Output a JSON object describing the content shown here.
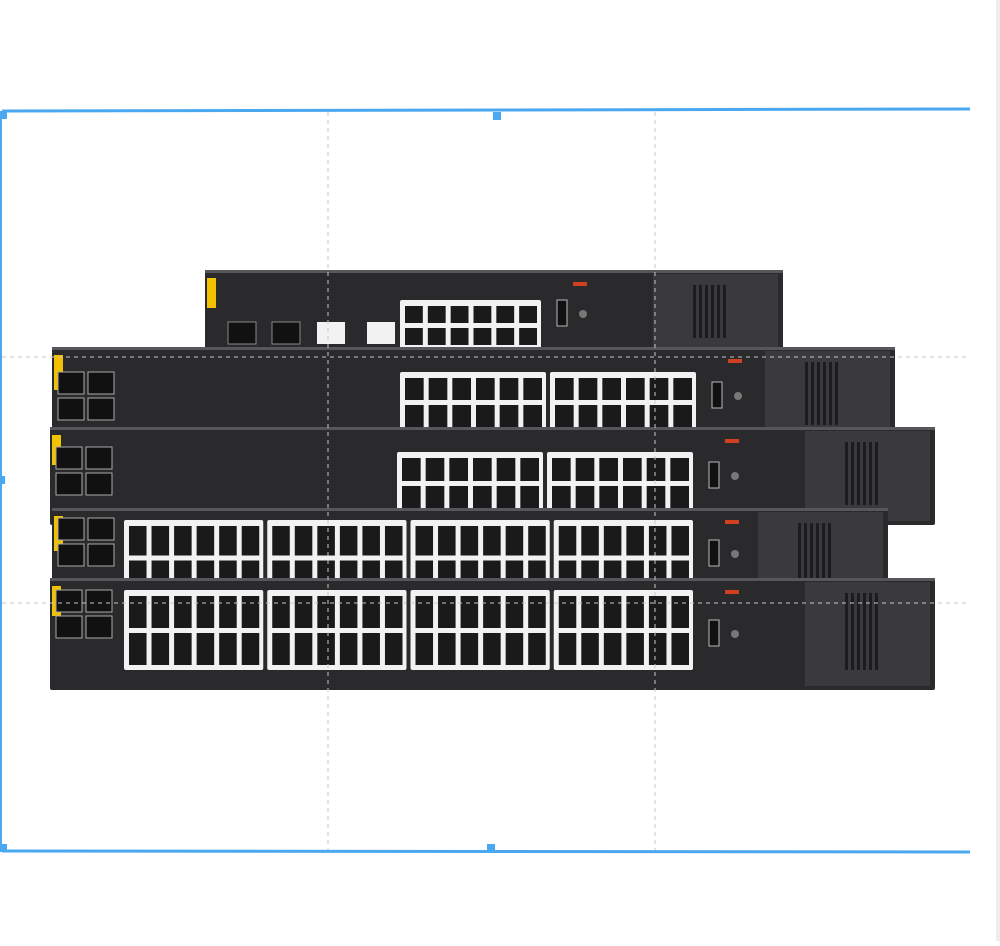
{
  "colors": {
    "background": "#ffffff",
    "selection": "#4aa8f0",
    "guide": "#c8c8c8",
    "chassis": "#2a2a2c",
    "chassis_side": "#3a3a3c",
    "port": "#f2f2f2",
    "port_hole": "#1a1a1a",
    "accent": "#f2c200"
  },
  "image": {
    "subject": "switch-stack",
    "switches": [
      {
        "ports": 12,
        "sfp": 2
      },
      {
        "ports": 24,
        "sfp": 4
      },
      {
        "ports": 24,
        "sfp": 4
      },
      {
        "ports": 48,
        "sfp": 4
      },
      {
        "ports": 48,
        "sfp": 4
      }
    ]
  }
}
